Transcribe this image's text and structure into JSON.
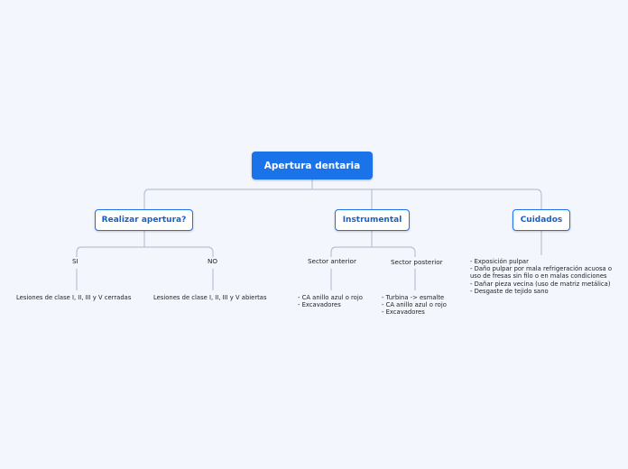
{
  "root": {
    "label": "Apertura dentaria"
  },
  "branches": [
    {
      "label": "Realizar apertura?"
    },
    {
      "label": "Instrumental"
    },
    {
      "label": "Cuidados"
    }
  ],
  "subnodes": {
    "si": "SI",
    "no": "NO",
    "sector_anterior": "Sector anterior",
    "sector_posterior": "Sector posterior"
  },
  "leaves": {
    "si_detail": [
      "Lesiones de clase I, II, III y V cerradas"
    ],
    "no_detail": [
      "Lesiones de clase I, II, III y V abiertas"
    ],
    "anterior_detail": [
      "- CA anillo azul o rojo",
      "- Excavadores"
    ],
    "posterior_detail": [
      "- Turbina -> esmalte",
      "- CA anillo azul o rojo",
      "- Excavadores"
    ],
    "cuidados_detail": [
      "- Exposición pulpar",
      "- Daño pulpar por mala refrigeración acuosa o",
      "uso de fresas sin filo o en malas condiciones",
      "- Dañar pieza vecina (uso de matriz metálica)",
      "- Desgaste de tejido sano"
    ]
  },
  "colors": {
    "accent": "#1a73e8",
    "background": "#f3f6fd",
    "connector": "#b9c2d3"
  }
}
